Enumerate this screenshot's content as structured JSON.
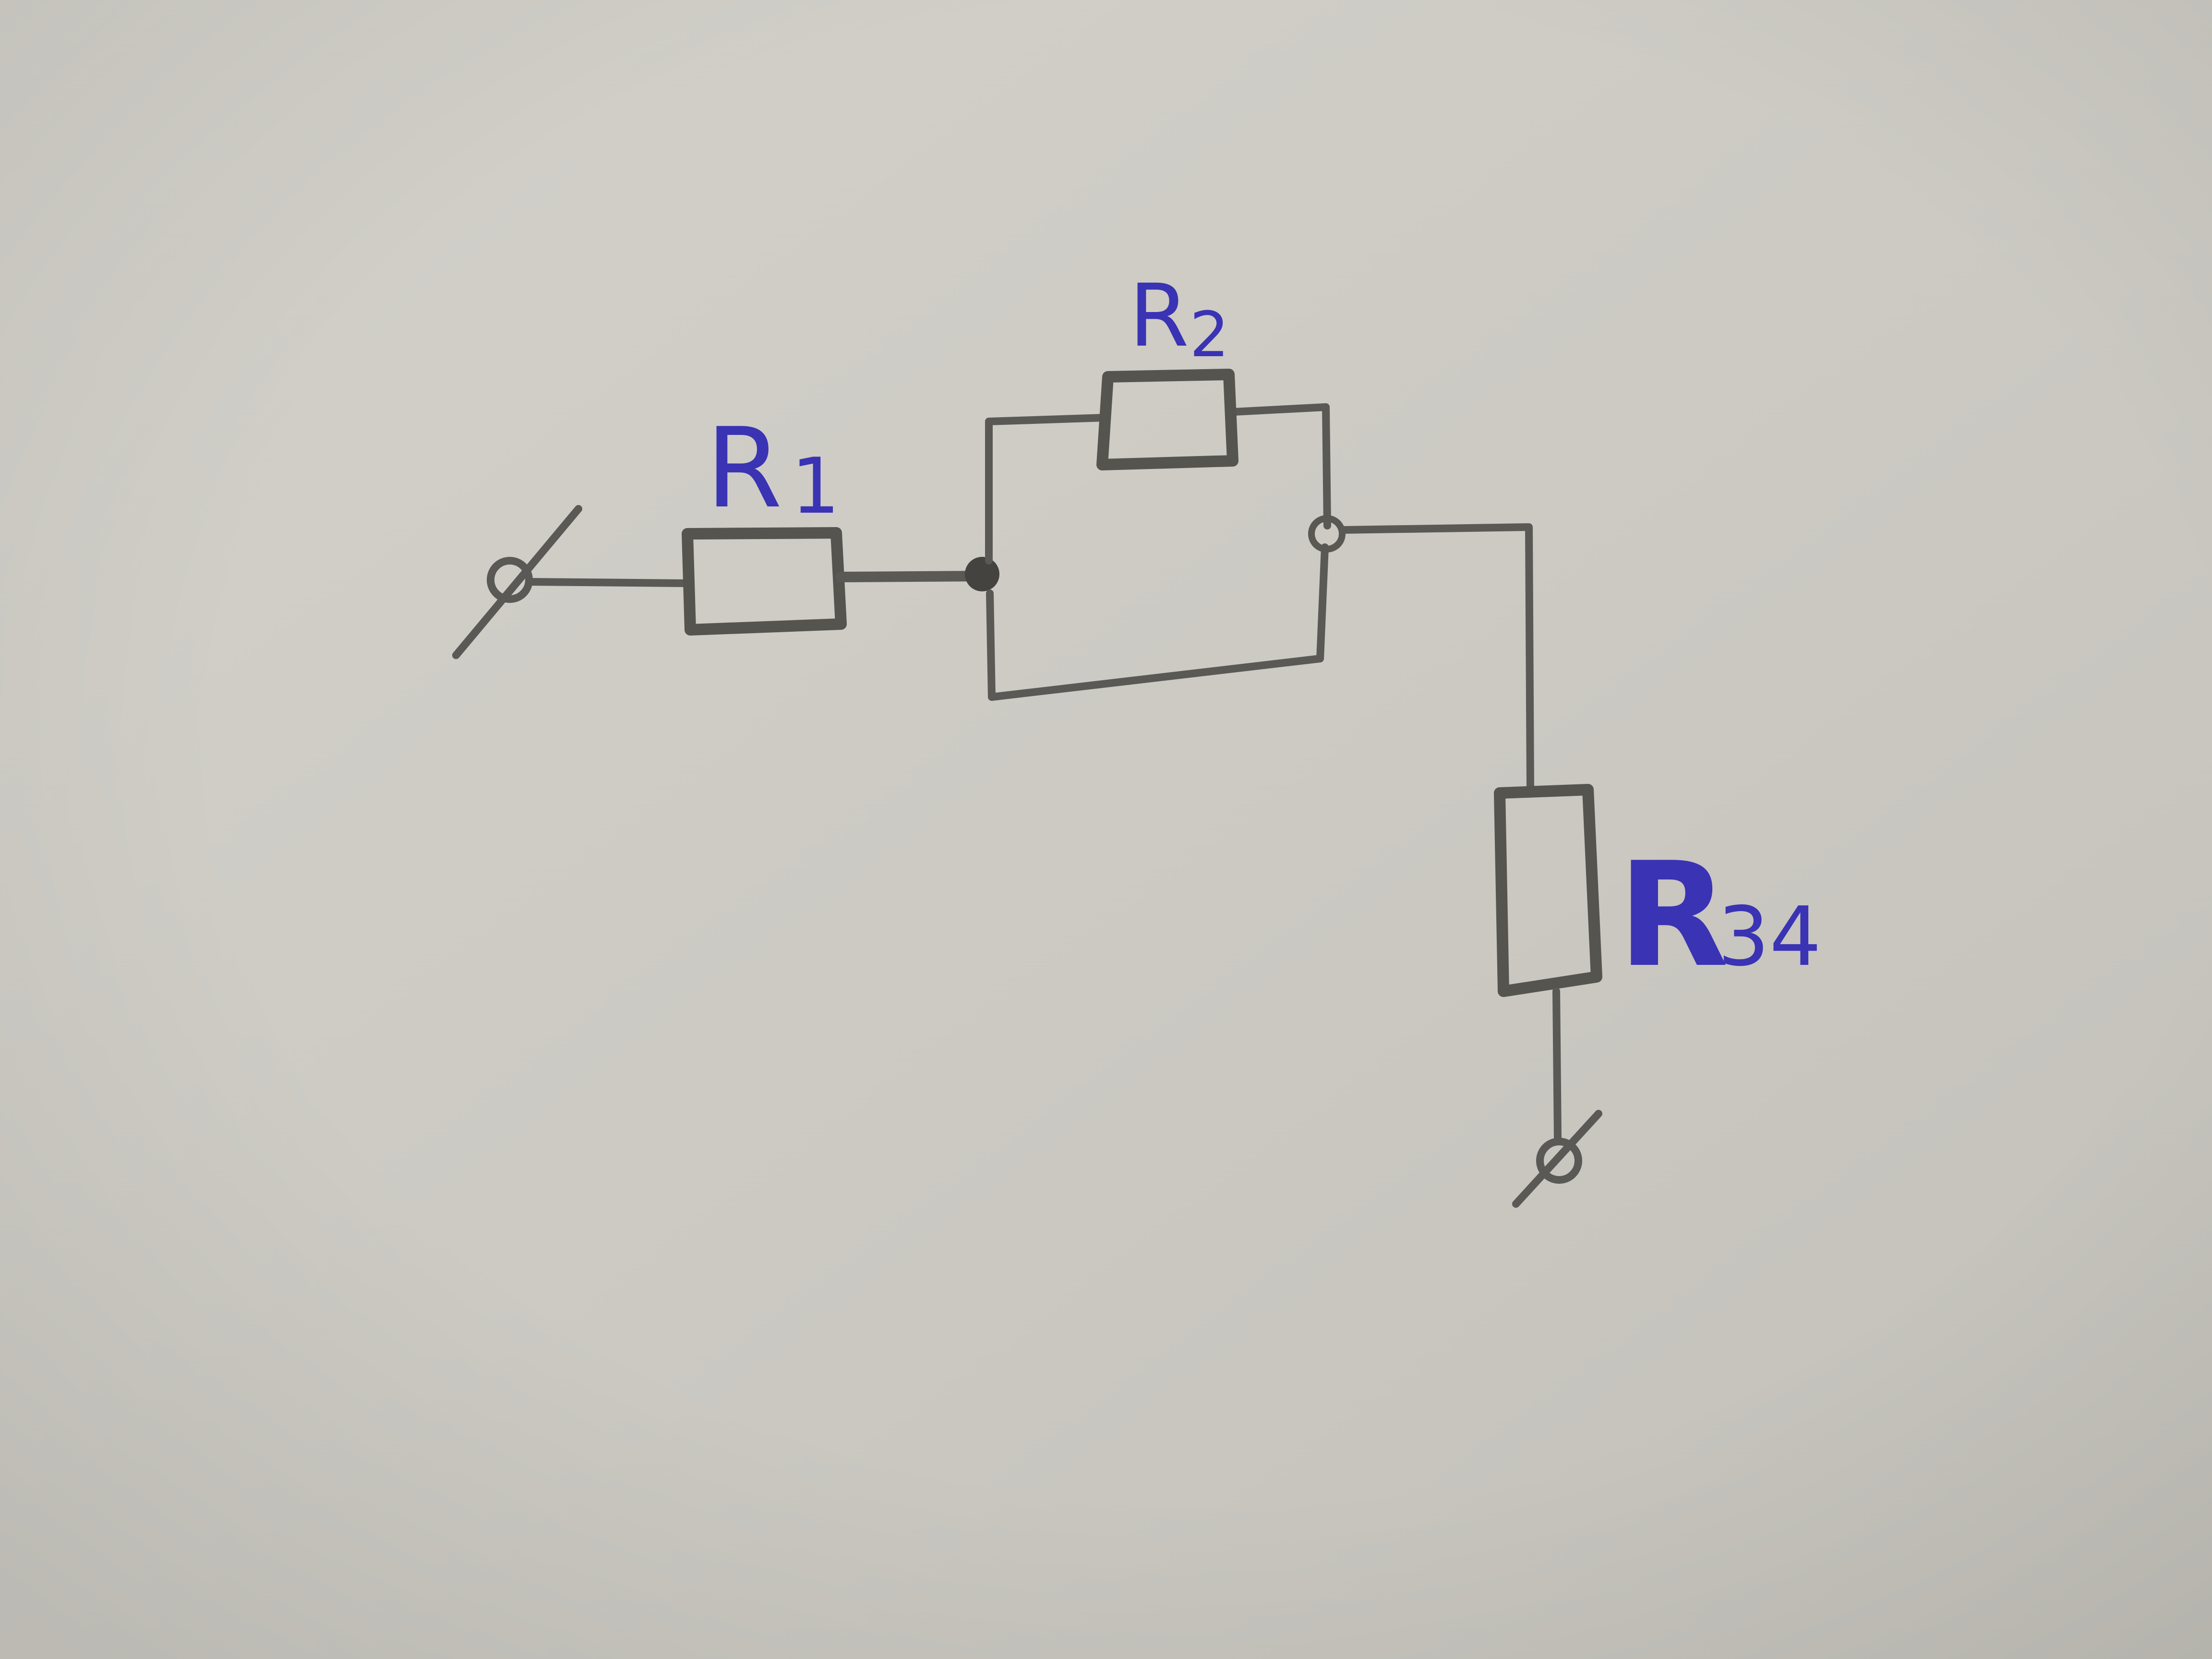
{
  "diagram": {
    "resistors": [
      {
        "name": "R1",
        "label_main": "R",
        "label_sub": "1"
      },
      {
        "name": "R2",
        "label_main": "R",
        "label_sub": "2"
      },
      {
        "name": "R34",
        "label_main": "R",
        "label_sub": "34"
      }
    ],
    "colors": {
      "paper": "#cfcdc6",
      "pencil": "#55544f",
      "ink": "#3a33b4"
    }
  }
}
